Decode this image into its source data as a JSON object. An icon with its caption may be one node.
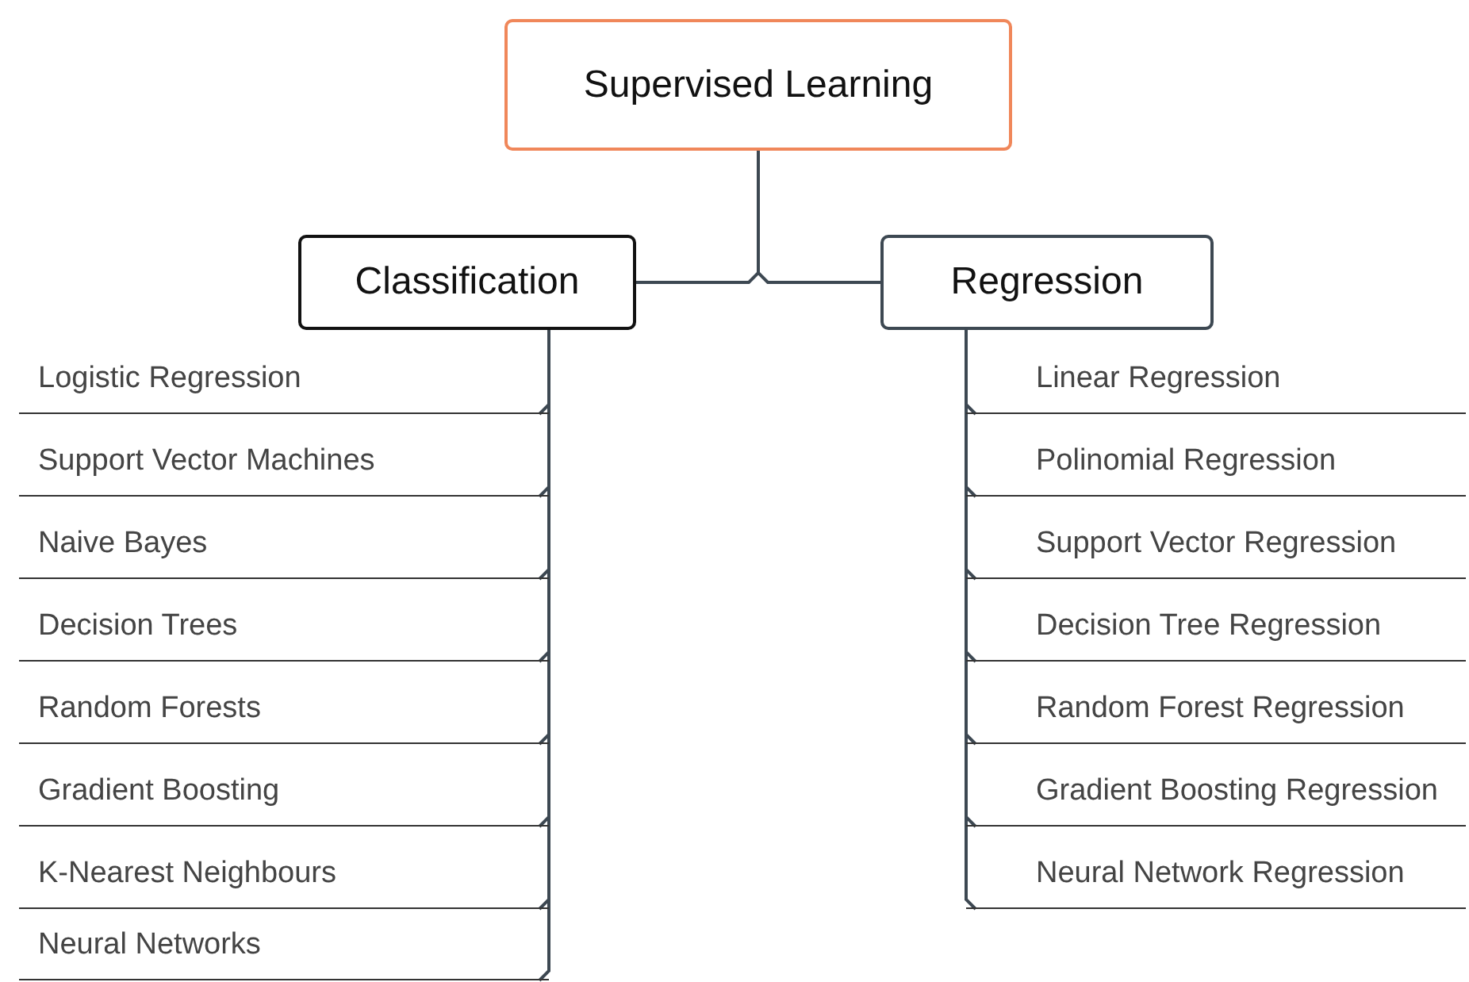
{
  "diagram": {
    "nodes": [
      {
        "text": [
          "Supervised Learning"
        ]
      },
      {
        "text": [
          "Classification"
        ]
      },
      {
        "text": [
          "Regression"
        ]
      },
      {
        "text": [
          "Logistic Regression"
        ]
      },
      {
        "text": [
          "Support Vector Machines"
        ]
      },
      {
        "text": [
          "Naive Bayes"
        ]
      },
      {
        "text": [
          "Decision Trees"
        ]
      },
      {
        "text": [
          "Random Forests"
        ]
      },
      {
        "text": [
          "Gradient Boosting"
        ]
      },
      {
        "text": [
          "K-Nearest Neighbours"
        ]
      },
      {
        "text": [
          "Neural Networks"
        ]
      },
      {
        "text": [
          "Linear Regression"
        ]
      },
      {
        "text": [
          "Polinomial Regression"
        ]
      },
      {
        "text": [
          "Support Vector Regression"
        ]
      },
      {
        "text": [
          "Decision Tree Regression"
        ]
      },
      {
        "text": [
          "Random Forest Regression"
        ]
      },
      {
        "text": [
          "Gradient Boosting Regression"
        ]
      },
      {
        "text": [
          "Neural Network Regression"
        ]
      }
    ],
    "edges": [
      {
        "from": 0,
        "to": 1,
        "arrow": "none"
      },
      {
        "from": 0,
        "to": 2,
        "arrow": "none"
      },
      {
        "from": 1,
        "to": 3,
        "arrow": "none"
      },
      {
        "from": 1,
        "to": 4,
        "arrow": "none"
      },
      {
        "from": 1,
        "to": 5,
        "arrow": "none"
      },
      {
        "from": 1,
        "to": 6,
        "arrow": "none"
      },
      {
        "from": 1,
        "to": 7,
        "arrow": "none"
      },
      {
        "from": 1,
        "to": 8,
        "arrow": "none"
      },
      {
        "from": 1,
        "to": 9,
        "arrow": "none"
      },
      {
        "from": 1,
        "to": 10,
        "arrow": "none"
      },
      {
        "from": 2,
        "to": 11,
        "arrow": "none"
      },
      {
        "from": 2,
        "to": 12,
        "arrow": "none"
      },
      {
        "from": 2,
        "to": 13,
        "arrow": "none"
      },
      {
        "from": 2,
        "to": 14,
        "arrow": "none"
      },
      {
        "from": 2,
        "to": 15,
        "arrow": "none"
      },
      {
        "from": 2,
        "to": 16,
        "arrow": "none"
      },
      {
        "from": 2,
        "to": 17,
        "arrow": "none"
      }
    ]
  }
}
